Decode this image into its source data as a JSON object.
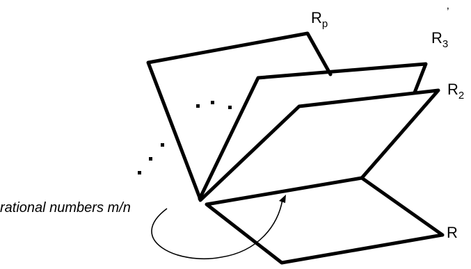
{
  "labels": {
    "r_p": {
      "base": "R",
      "sub": "p"
    },
    "r_3": {
      "base": "R",
      "sub": "3",
      "mark": "’"
    },
    "r_2": {
      "base": "R",
      "sub": "2"
    },
    "r": {
      "base": "R"
    }
  },
  "caption": "rational numbers m/n",
  "colors": {
    "stroke": "#000000",
    "background": "#ffffff"
  }
}
